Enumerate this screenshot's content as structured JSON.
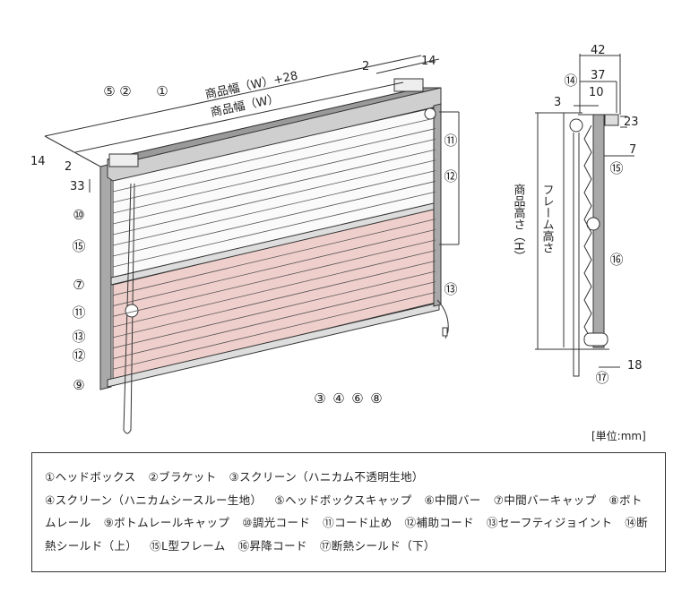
{
  "callouts": {
    "top": [
      "⑤",
      "②",
      "①"
    ],
    "left": [
      "⑩",
      "⑮",
      "⑦",
      "⑪",
      "⑬",
      "⑫",
      "⑨"
    ],
    "right": [
      "⑪",
      "⑫",
      "⑬"
    ],
    "bottom": [
      "③",
      "④",
      "⑥",
      "⑧"
    ],
    "side": [
      "⑭",
      "⑮",
      "⑯",
      "⑰"
    ]
  },
  "dimensions": {
    "width_plus": "商品幅（W）+28",
    "width": "商品幅（W）",
    "right_2": "2",
    "right_14": "14",
    "left_14": "14",
    "left_2": "2",
    "left_33": "33",
    "side_42": "42",
    "side_37": "37",
    "side_10": "10",
    "side_3": "3",
    "side_23": "23",
    "side_7": "7",
    "side_18": "18",
    "product_height": "商品高さ（H）",
    "frame_height": "フレーム高さ"
  },
  "unit": "[単位:mm]",
  "colors": {
    "screen_pink": "#efcfcb",
    "frame_gray": "#a9a9a9",
    "line": "#333333"
  },
  "legend": [
    "①ヘッドボックス",
    "②ブラケット",
    "③スクリーン（ハニカム不透明生地）",
    "④スクリーン（ハニカムシースルー生地）",
    "⑤ヘッドボックスキャップ",
    "⑥中間バー",
    "⑦中間バーキャップ",
    "⑧ボトムレール",
    "⑨ボトムレールキャップ",
    "⑩調光コード",
    "⑪コード止め",
    "⑫補助コード",
    "⑬セーフティジョイント",
    "⑭断熱シールド（上）",
    "⑮L型フレーム",
    "⑯昇降コード",
    "⑰断熱シールド（下）"
  ]
}
